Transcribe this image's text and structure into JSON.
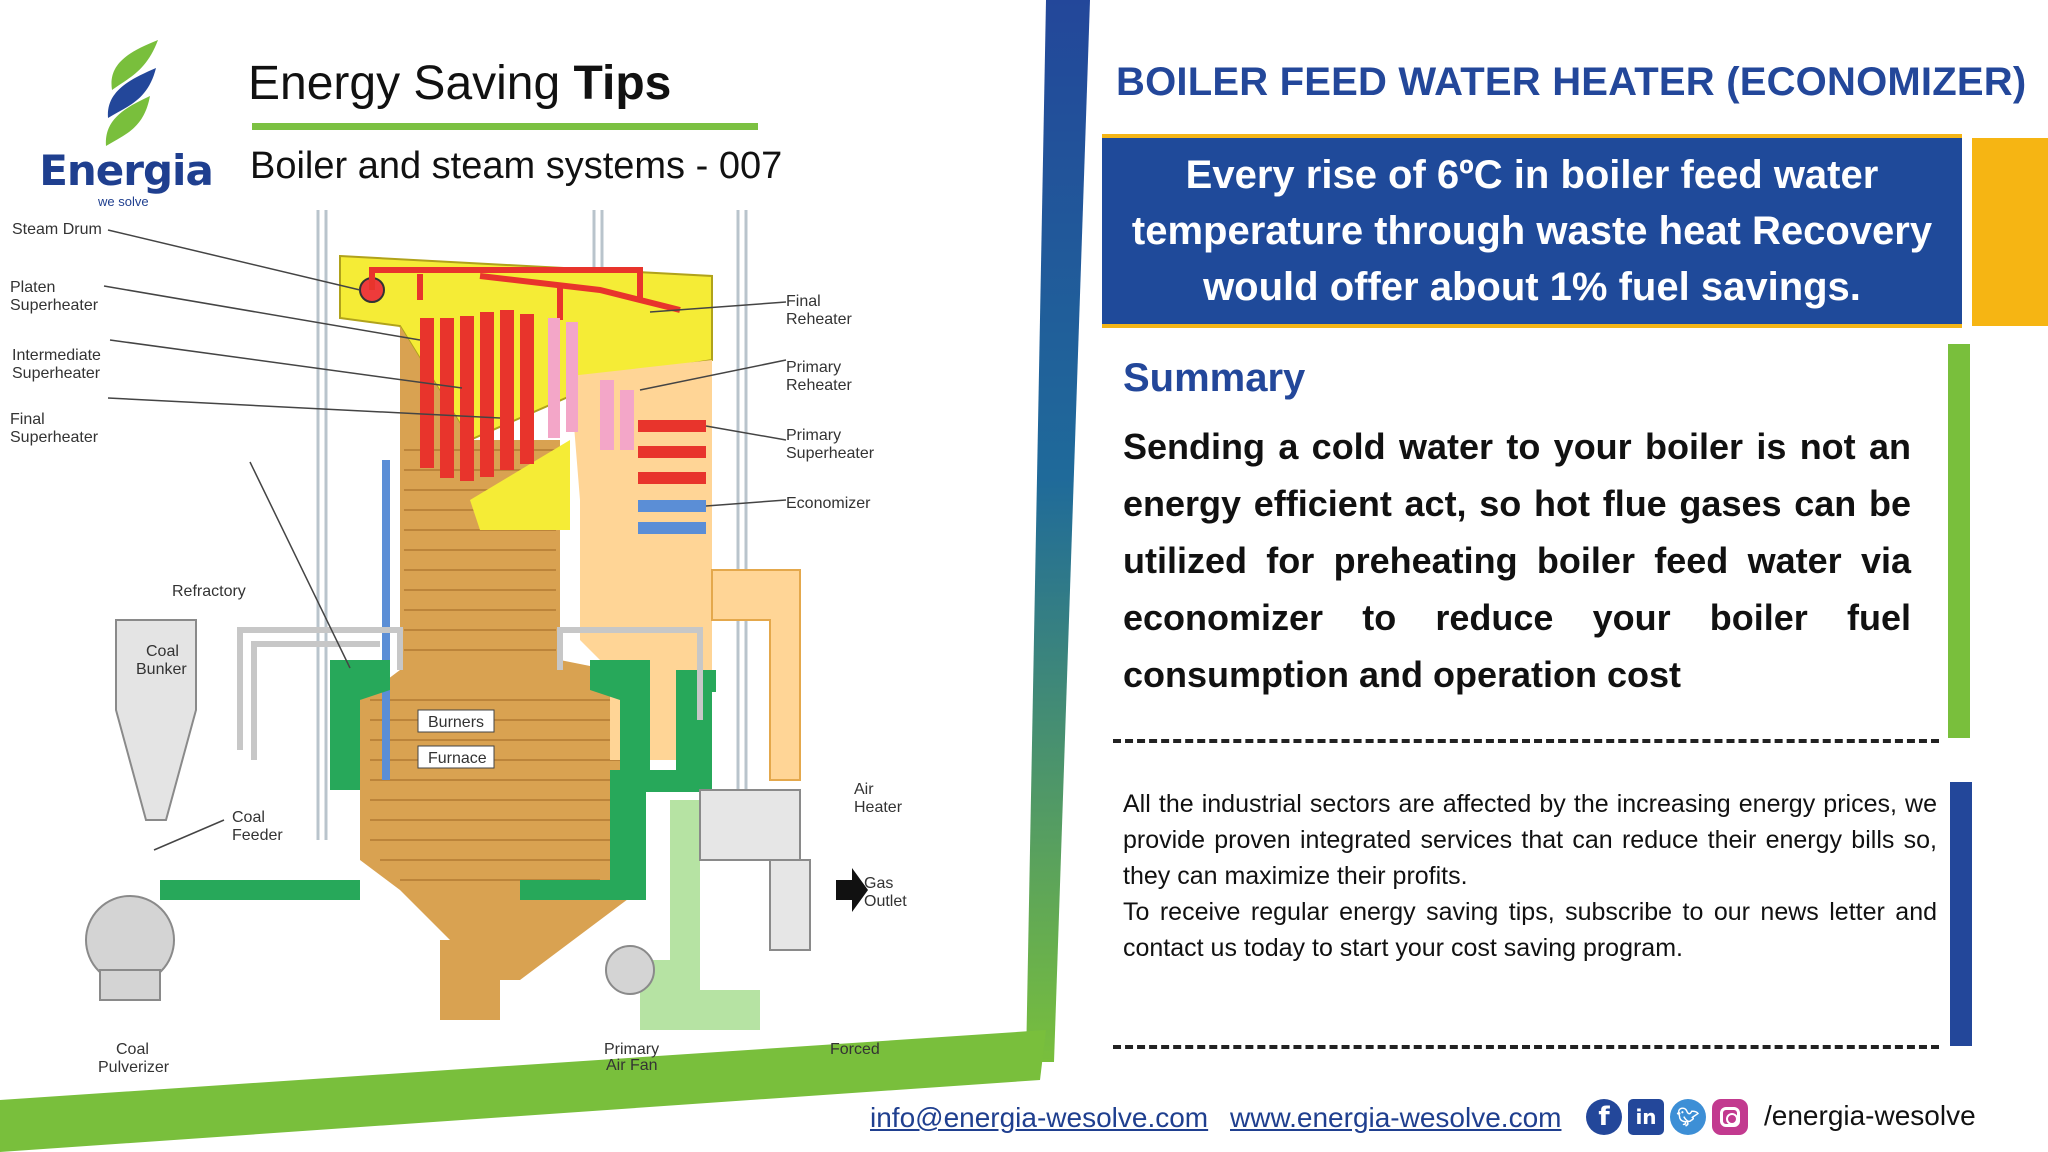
{
  "header": {
    "logo_name": "Energia",
    "logo_tagline": "we solve",
    "title_regular": "Energy Saving ",
    "title_bold": "Tips",
    "subtitle": "Boiler and steam systems - 007"
  },
  "diagram": {
    "labels": {
      "steam_drum": "Steam Drum",
      "platen_1": "Platen",
      "platen_2": "Superheater",
      "intermediate_1": "Intermediate",
      "intermediate_2": "Superheater",
      "final_sh_1": "Final",
      "final_sh_2": "Superheater",
      "final_rh_1": "Final",
      "final_rh_2": "Reheater",
      "primary_rh_1": "Primary",
      "primary_rh_2": "Reheater",
      "primary_sh_1": "Primary",
      "primary_sh_2": "Superheater",
      "economizer": "Economizer",
      "refractory": "Refractory",
      "coal_bunker_1": "Coal",
      "coal_bunker_2": "Bunker",
      "burners": "Burners",
      "furnace": "Furnace",
      "coal_feeder_1": "Coal",
      "coal_feeder_2": "Feeder",
      "air_heater_1": "Air",
      "air_heater_2": "Heater",
      "gas_outlet_1": "Gas",
      "gas_outlet_2": "Outlet",
      "coal_pulverizer_1": "Coal",
      "coal_pulverizer_2": "Pulverizer",
      "primary_fan_1": "Primary",
      "primary_fan_2": "Air Fan",
      "forced": "Forced"
    }
  },
  "content": {
    "main_title": "BOILER FEED WATER HEATER (ECONOMIZER)",
    "highlight": "Every rise of 6ºC in boiler feed water temperature through waste heat Recovery would offer about 1% fuel savings.",
    "summary_title": "Summary",
    "summary_text": "Sending a cold water to your boiler is not an energy efficient act, so hot flue gases can be utilized for preheating boiler feed water via economizer to reduce your boiler fuel consumption and operation cost",
    "info_para_1": "All the industrial sectors are affected by the increasing energy prices, we provide proven integrated services that can reduce their energy bills so, they can maximize their profits.",
    "info_para_2": "To receive regular energy saving tips, subscribe to our news letter and  contact us today to start your cost saving program."
  },
  "footer": {
    "email": "info@energia-wesolve.com",
    "website": "www.energia-wesolve.com",
    "social_handle": "/energia-wesolve",
    "social_icons": [
      "facebook-icon",
      "linkedin-icon",
      "twitter-icon",
      "instagram-icon"
    ]
  },
  "colors": {
    "brand_blue": "#23479a",
    "brand_green": "#79bf3c",
    "accent_yellow": "#f6b513"
  }
}
